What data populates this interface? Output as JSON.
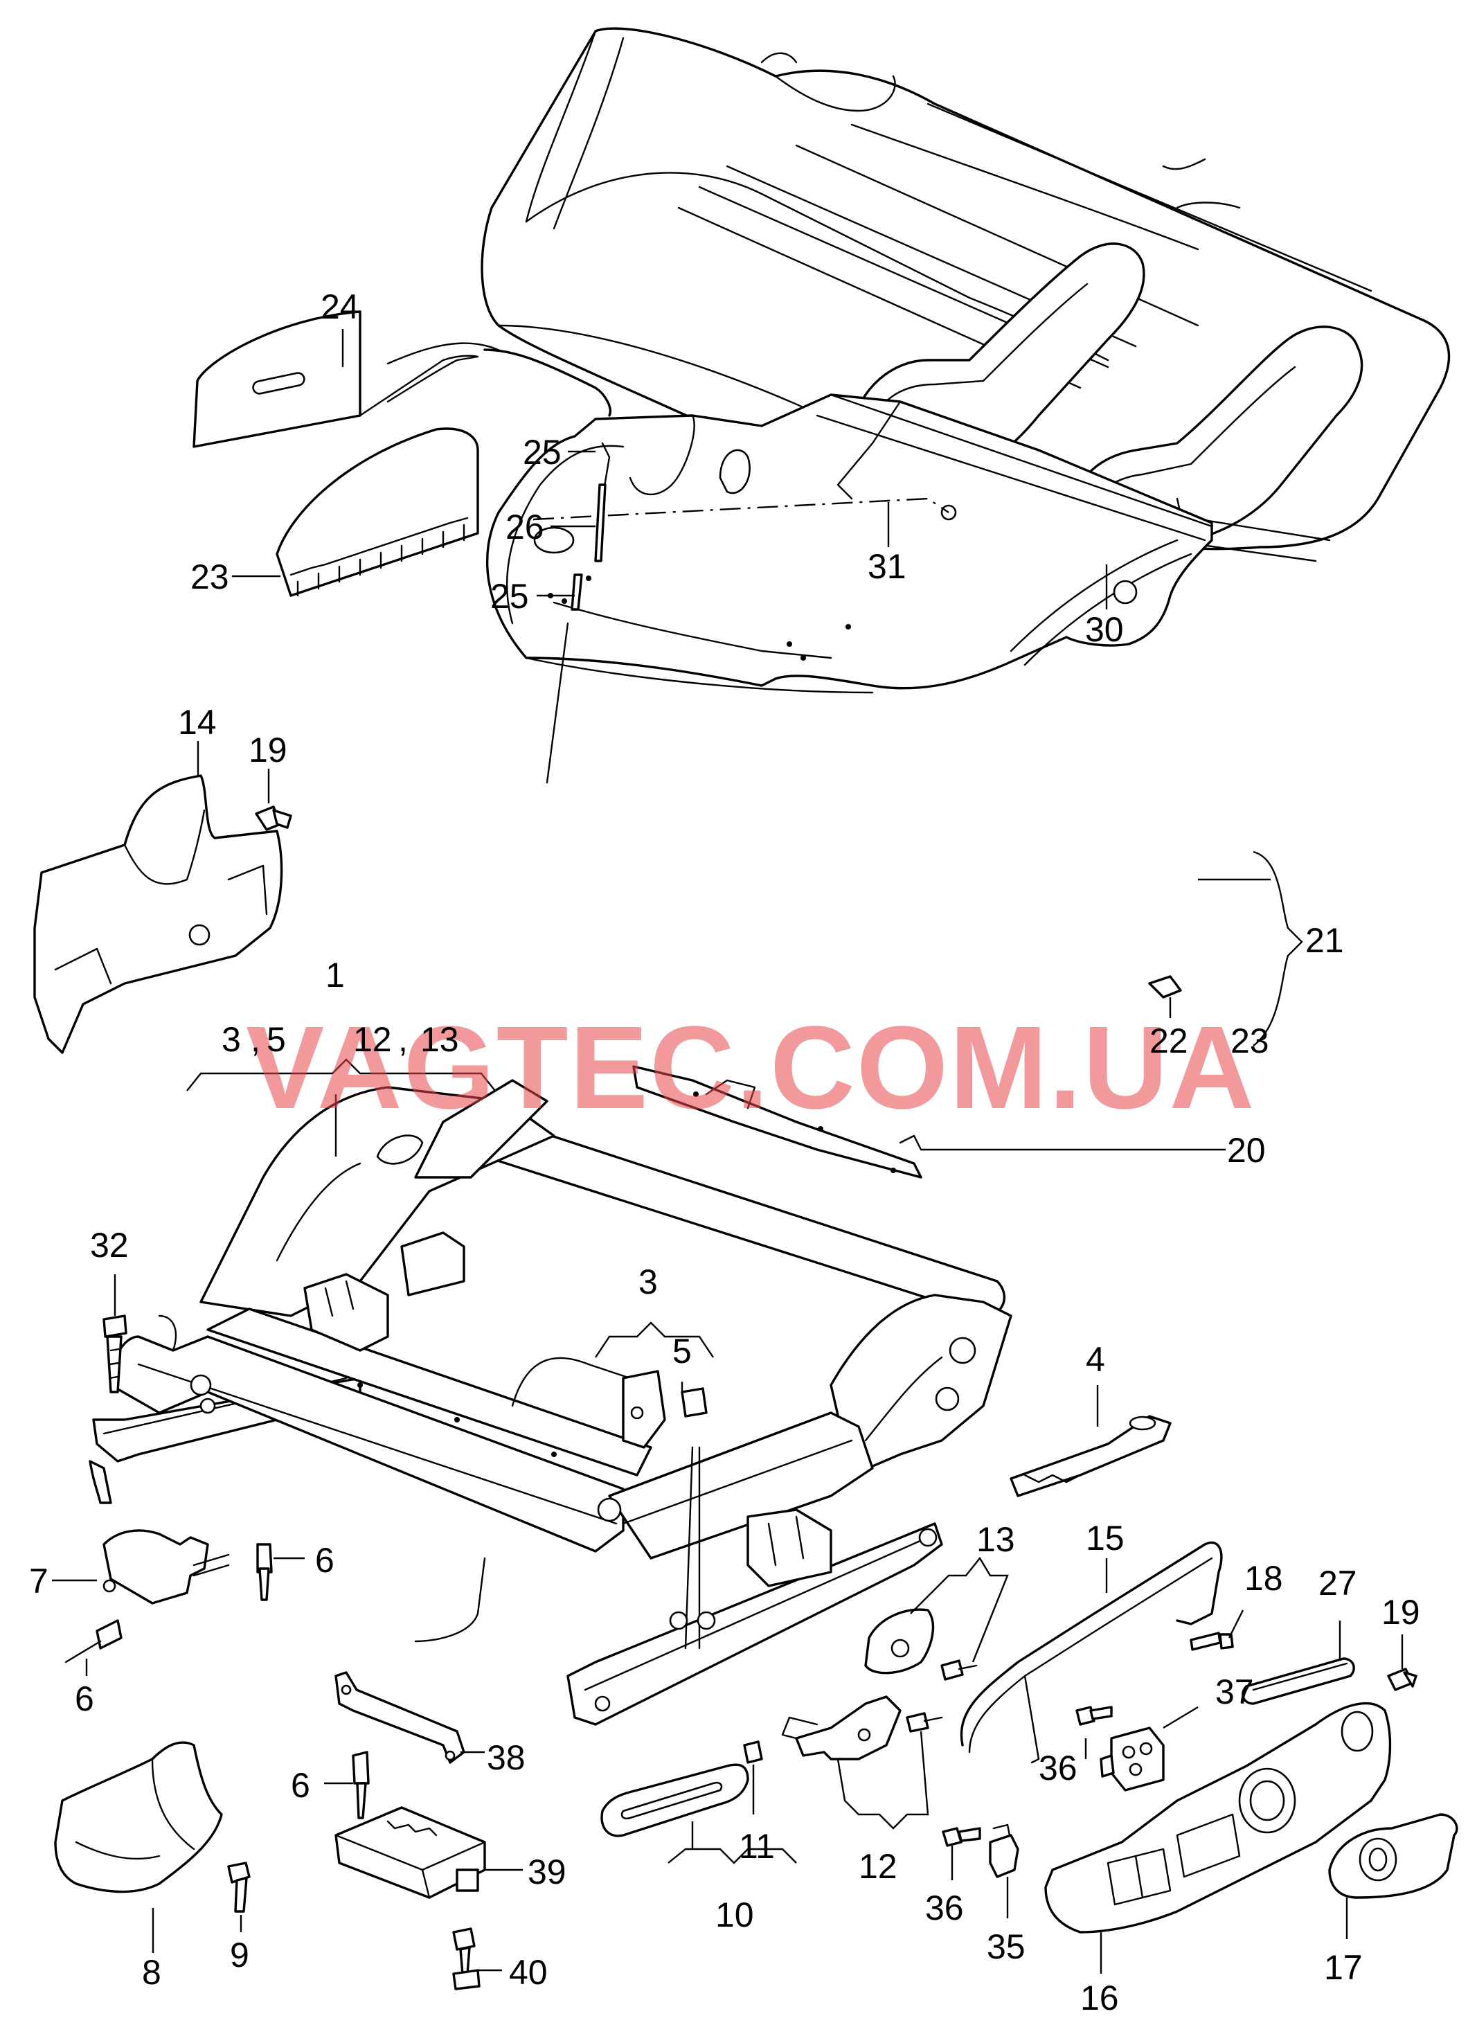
{
  "watermark": "VAGTEC.COM.UA",
  "callouts": {
    "c1": "1",
    "c3a": "3",
    "c5a": "5",
    "c12a": "12",
    "c13a": "13",
    "c3b": "3",
    "c4": "4",
    "c5b": "5",
    "c6a": "6",
    "c6b": "6",
    "c6c": "6",
    "c7": "7",
    "c8": "8",
    "c9": "9",
    "c10": "10",
    "c11": "11",
    "c12b": "12",
    "c13b": "13",
    "c14": "14",
    "c15": "15",
    "c16": "16",
    "c17": "17",
    "c18": "18",
    "c19a": "19",
    "c19b": "19",
    "c20": "20",
    "c21": "21",
    "c22": "22",
    "c23a": "23",
    "c23b": "23",
    "c24": "24",
    "c25a": "25",
    "c25b": "25",
    "c26": "26",
    "c27": "27",
    "c30": "30",
    "c31": "31",
    "c32": "32",
    "c35": "35",
    "c36a": "36",
    "c36b": "36",
    "c37": "37",
    "c38": "38",
    "c39": "39",
    "c40": "40"
  },
  "separators": {
    "s1": ",",
    "s2": ","
  }
}
